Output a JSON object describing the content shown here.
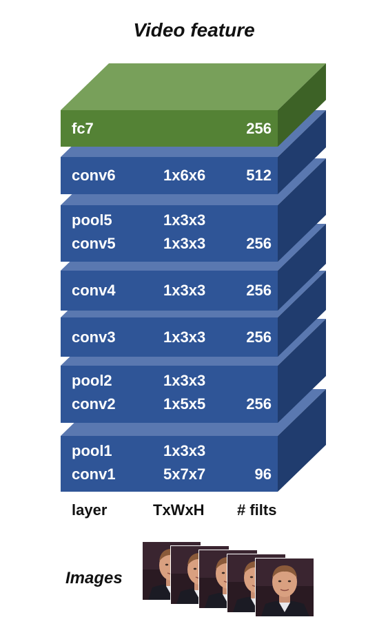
{
  "title": "Video feature",
  "layers": [
    {
      "name": "fc7",
      "dims": "",
      "filters": "256",
      "kind": "fc"
    },
    {
      "name": "conv6",
      "dims": "1x6x6",
      "filters": "512",
      "kind": "conv"
    },
    {
      "name": "pool5",
      "dims": "1x3x3",
      "filters": "",
      "name2": "conv5",
      "dims2": "1x3x3",
      "filters2": "256",
      "kind": "conv"
    },
    {
      "name": "conv4",
      "dims": "1x3x3",
      "filters": "256",
      "kind": "conv"
    },
    {
      "name": "conv3",
      "dims": "1x3x3",
      "filters": "256",
      "kind": "conv"
    },
    {
      "name": "pool2",
      "dims": "1x3x3",
      "filters": "",
      "name2": "conv2",
      "dims2": "1x5x5",
      "filters2": "256",
      "kind": "conv"
    },
    {
      "name": "pool1",
      "dims": "1x3x3",
      "filters": "",
      "name2": "conv1",
      "dims2": "5x7x7",
      "filters2": "96",
      "kind": "conv"
    }
  ],
  "headers": {
    "layer": "layer",
    "dims": "TxWxH",
    "filters": "# filts"
  },
  "images_label": "Images",
  "colors": {
    "conv_front": "#2f5597",
    "conv_top": "#5a78b0",
    "conv_side": "#203c6e",
    "fc_front": "#548235",
    "fc_top": "#78a05a",
    "fc_side": "#3d6226"
  }
}
